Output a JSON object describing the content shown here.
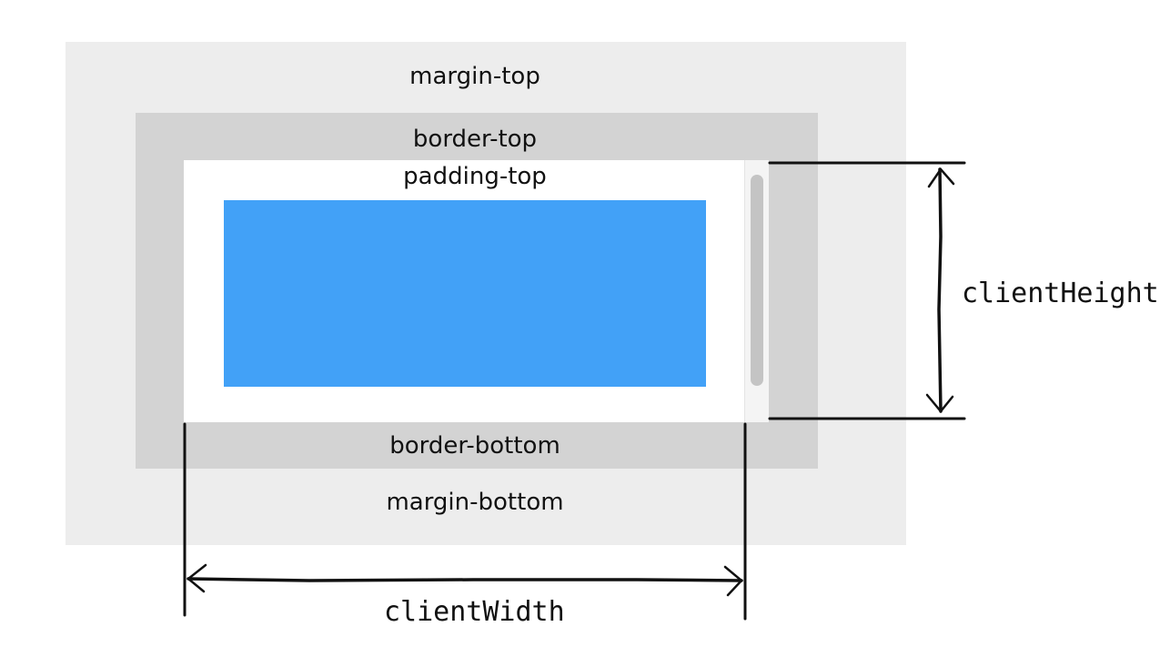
{
  "labels": {
    "margin_top": "margin-top",
    "border_top": "border-top",
    "padding_top": "padding-top",
    "border_bottom": "border-bottom",
    "margin_bottom": "margin-bottom"
  },
  "dimensions": {
    "client_height": "clientHeight",
    "client_width": "clientWidth"
  },
  "colors": {
    "margin": "#ededed",
    "border": "#d3d3d3",
    "padding": "#ffffff",
    "content": "#42a1f7",
    "scrollbar_thumb": "#c4c4c4",
    "ink": "#111111"
  }
}
